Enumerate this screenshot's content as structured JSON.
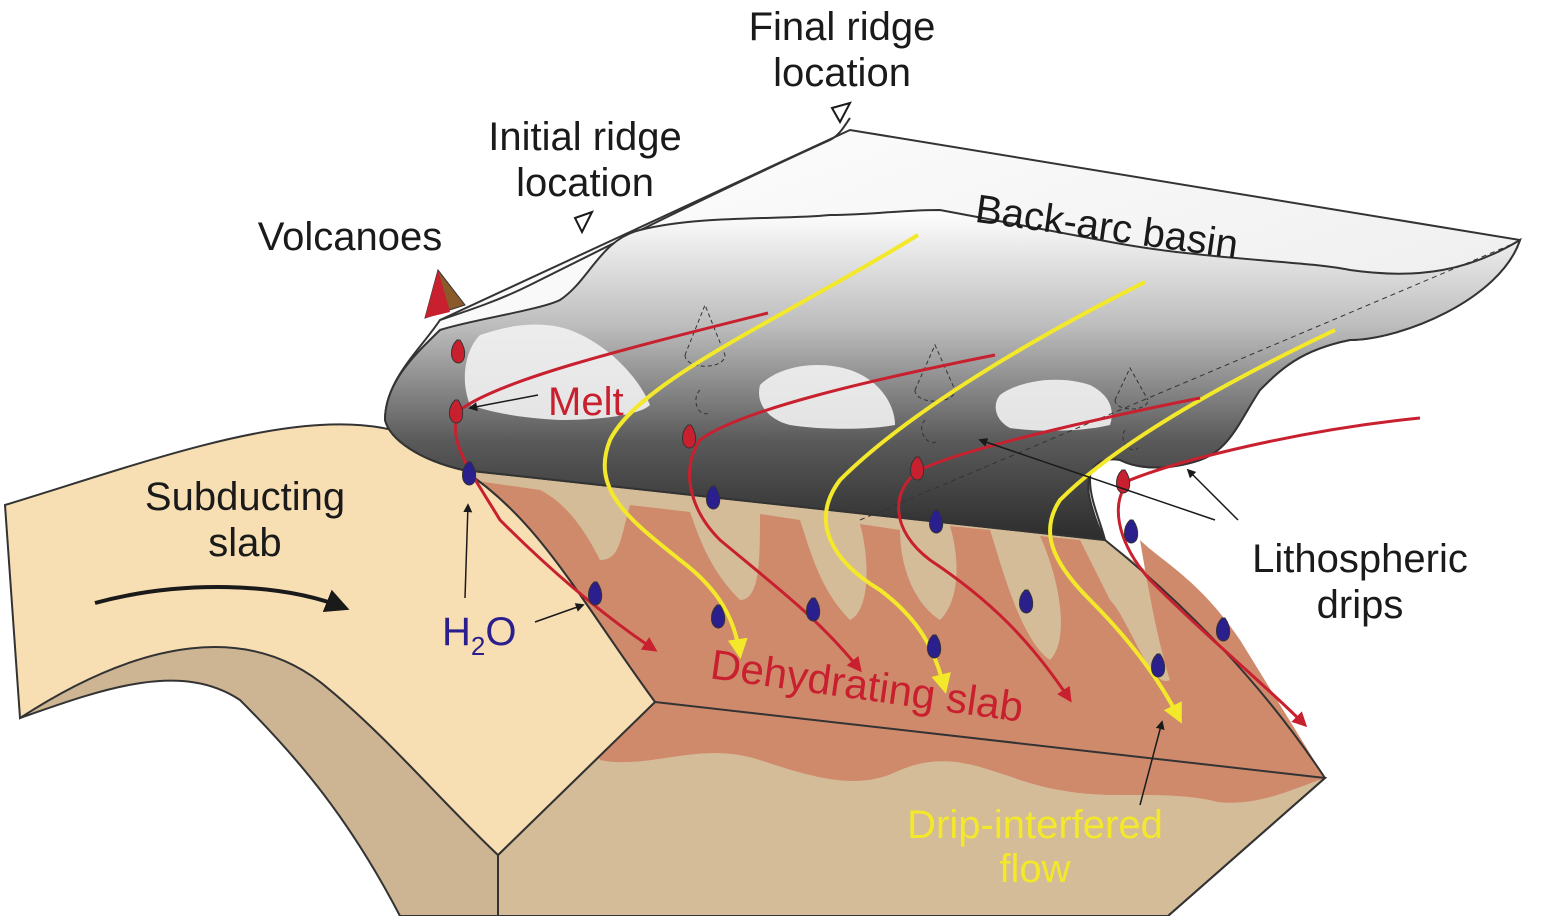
{
  "labels": {
    "final_ridge_line1": "Final ridge",
    "final_ridge_line2": "location",
    "initial_ridge_line1": "Initial ridge",
    "initial_ridge_line2": "location",
    "volcanoes": "Volcanoes",
    "back_arc_basin": "Back-arc basin",
    "melt": "Melt",
    "subducting_slab_line1": "Subducting",
    "subducting_slab_line2": "slab",
    "h2o_h": "H",
    "h2o_sub": "2",
    "h2o_o": "O",
    "lithospheric_drips_line1": "Lithospheric",
    "lithospheric_drips_line2": "drips",
    "dehydrating_slab": "Dehydrating slab",
    "drip_flow_line1": "Drip-interfered",
    "drip_flow_line2": "flow"
  },
  "colors": {
    "slab_top": "#f7dfb3",
    "slab_side": "#cdb594",
    "slab_lower": "#d4bc98",
    "dehydrated_zone": "#cf8a6c",
    "dehydrated_zone_light": "#eaa27f",
    "plate_dark": "#3a3a3a",
    "melt_red": "#c8202f",
    "water_blue": "#2a1f8c",
    "flow_yellow": "#f3e82a",
    "volcano_red": "#c8202f",
    "volcano_brown": "#8a5a2b",
    "text_dark": "#1a1a1a",
    "text_red": "#c8202f",
    "text_blue": "#2a1f8c",
    "text_yellow": "#f3e82a"
  }
}
